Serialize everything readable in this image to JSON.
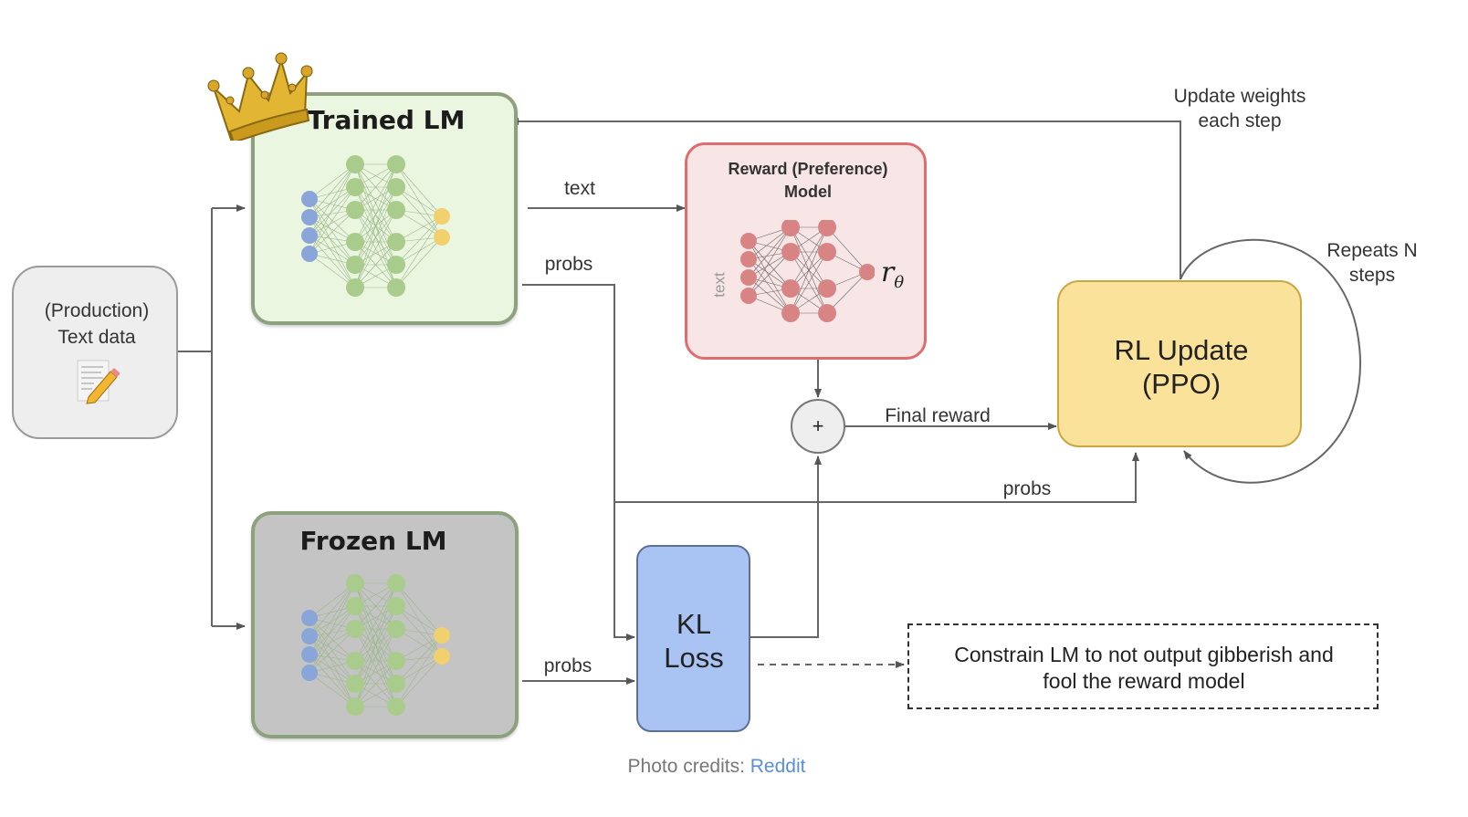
{
  "nodes": {
    "text_data": {
      "line1": "(Production)",
      "line2": "Text data",
      "icon": "memo-pencil-icon"
    },
    "trained_lm": {
      "title": "Trained LM",
      "badge_icon": "crown-icon"
    },
    "frozen_lm": {
      "title": "Frozen LM"
    },
    "reward_model": {
      "line1": "Reward (Preference)",
      "line2": "Model",
      "input_label": "text",
      "output_label": "r",
      "output_subscript": "θ"
    },
    "sum": {
      "symbol": "+"
    },
    "rl_update": {
      "line1": "RL Update",
      "line2": "(PPO)"
    },
    "kl_loss": {
      "line1": "KL",
      "line2": "Loss"
    },
    "note": {
      "line1": "Constrain LM to not output gibberish and",
      "line2": "fool the reward model"
    }
  },
  "edges": {
    "text": "text",
    "probs_trained": "probs",
    "probs_frozen": "probs",
    "probs_to_rl": "probs",
    "final_reward": "Final reward",
    "update_weights_1": "Update weights",
    "update_weights_2": "each step",
    "repeats_1": "Repeats N",
    "repeats_2": "steps"
  },
  "credits": {
    "prefix": "Photo credits: ",
    "link": "Reddit"
  },
  "colors": {
    "trained_fill": "#ebf6e1",
    "trained_border": "#8ea17f",
    "frozen_fill": "#c4c4c4",
    "reward_fill": "#f8e6e6",
    "reward_border": "#e06d6d",
    "rl_fill": "#fbe29b",
    "kl_fill": "#a9c4f3",
    "link": "#5b8fd9"
  }
}
